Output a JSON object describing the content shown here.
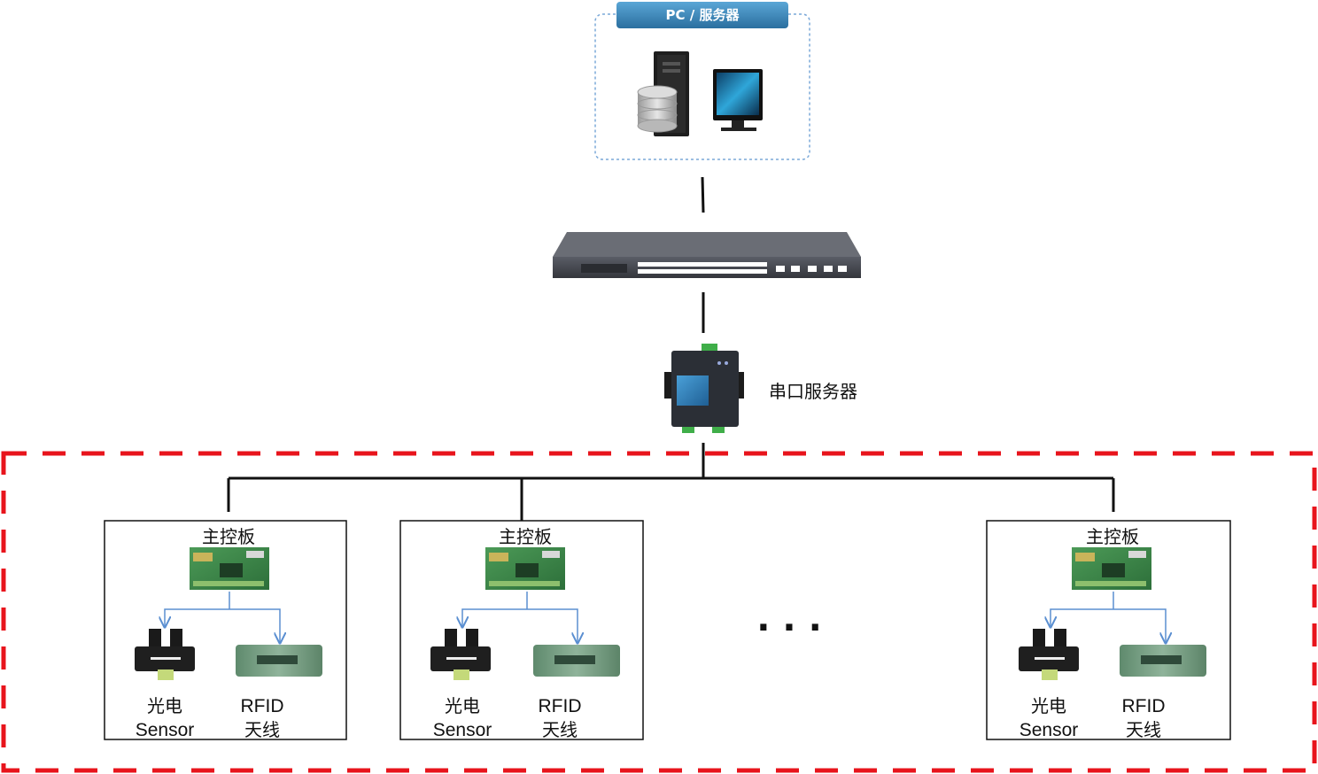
{
  "diagram": {
    "pc_server": {
      "label": "PC / 服务器"
    },
    "switch": {},
    "serial_server": {
      "label": "串口服务器"
    },
    "boards": [
      {
        "label": "主控板",
        "sensor_line1": "光电",
        "sensor_line2": "Sensor",
        "rfid_line1": "RFID",
        "rfid_line2": "天线"
      },
      {
        "label": "主控板",
        "sensor_line1": "光电",
        "sensor_line2": "Sensor",
        "rfid_line1": "RFID",
        "rfid_line2": "天线"
      },
      {
        "label": "主控板",
        "sensor_line1": "光电",
        "sensor_line2": "Sensor",
        "rfid_line1": "RFID",
        "rfid_line2": "天线"
      }
    ],
    "ellipsis": "...",
    "colors": {
      "title_bar": "#3a86b8",
      "dash_red": "#e8141c",
      "dash_blue": "#7aa8d8",
      "arrow_blue": "#5b8fd1",
      "board_green": "#3f8f4e",
      "switch_body": "#4a4d55"
    }
  }
}
